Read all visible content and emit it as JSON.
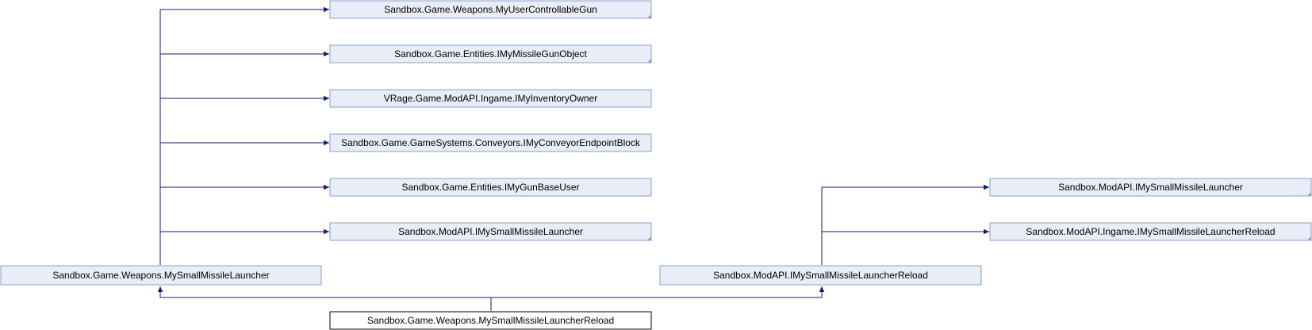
{
  "colors": {
    "edge": "#191970",
    "node_fill": "#e8edf7",
    "node_border": "#8aa0cc",
    "focus_fill": "#ffffff",
    "focus_border": "#000000"
  },
  "nodes": {
    "my_user_controllable_gun": "Sandbox.Game.Weapons.MyUserControllableGun",
    "i_my_missile_gun_object": "Sandbox.Game.Entities.IMyMissileGunObject",
    "i_my_inventory_owner": "VRage.Game.ModAPI.Ingame.IMyInventoryOwner",
    "i_my_conveyor_endpoint_block": "Sandbox.Game.GameSystems.Conveyors.IMyConveyorEndpointBlock",
    "i_my_gun_base_user": "Sandbox.Game.Entities.IMyGunBaseUser",
    "i_my_small_missile_launcher_left": "Sandbox.ModAPI.IMySmallMissileLauncher",
    "my_small_missile_launcher": "Sandbox.Game.Weapons.MySmallMissileLauncher",
    "i_my_small_missile_launcher_reload": "Sandbox.ModAPI.IMySmallMissileLauncherReload",
    "i_my_small_missile_launcher_right": "Sandbox.ModAPI.IMySmallMissileLauncher",
    "ingame_i_my_small_missile_launcher_reload": "Sandbox.ModAPI.Ingame.IMySmallMissileLauncherReload",
    "my_small_missile_launcher_reload": "Sandbox.Game.Weapons.MySmallMissileLauncherReload"
  }
}
